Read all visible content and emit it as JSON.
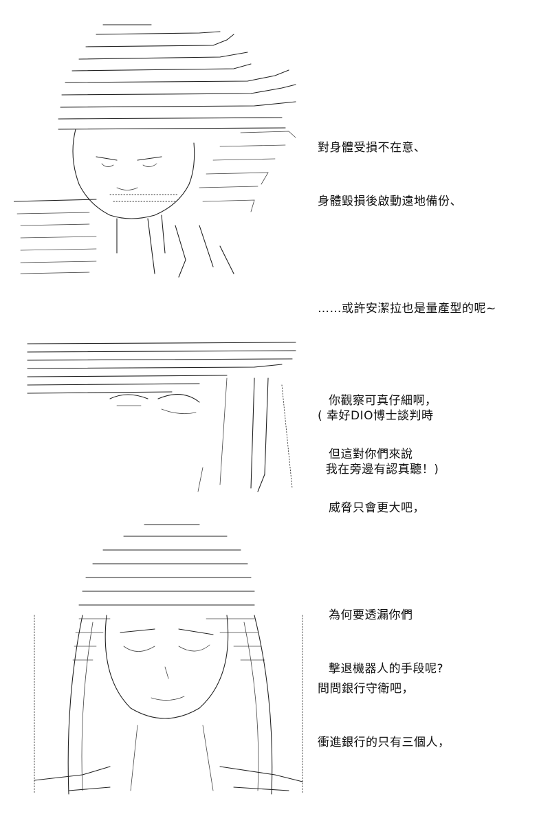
{
  "panels": [
    {
      "lines": [
        "對身體受損不在意、",
        "身體毀損後啟動遠地備份、"
      ],
      "lines2": [
        "……或許安潔拉也是量產型的呢~"
      ],
      "lines3": [
        "( 幸好DIO博士談判時",
        "  我在旁邊有認真聽！)"
      ]
    },
    {
      "lines": [
        "你觀察可真仔細啊，",
        "但這對你們來說",
        "威脅只會更大吧，"
      ],
      "lines2": [
        "為何要透漏你們",
        "擊退機器人的手段呢?"
      ]
    },
    {
      "lines": [
        "問問銀行守衛吧，",
        "衝進銀行的只有三個人，"
      ]
    }
  ]
}
